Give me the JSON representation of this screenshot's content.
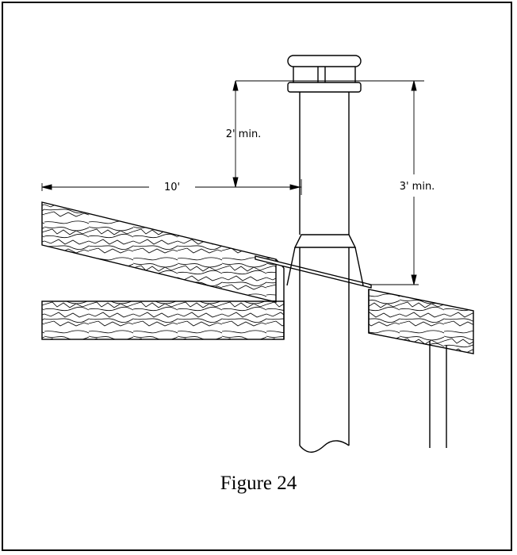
{
  "figure": {
    "caption": "Figure 24",
    "dimensions": {
      "horizontal_clearance": "10'",
      "cap_above_wall": "2' min.",
      "cap_above_roof": "3' min."
    }
  }
}
